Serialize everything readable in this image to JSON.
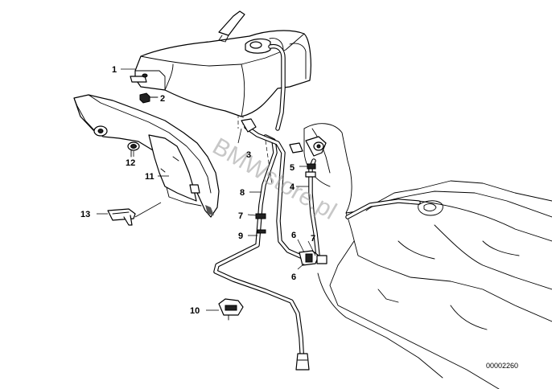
{
  "callouts": [
    {
      "id": "c1",
      "label": "1"
    },
    {
      "id": "c2",
      "label": "2"
    },
    {
      "id": "c3",
      "label": "3"
    },
    {
      "id": "c4",
      "label": "4"
    },
    {
      "id": "c5",
      "label": "5"
    },
    {
      "id": "c6a",
      "label": "6"
    },
    {
      "id": "c6b",
      "label": "6"
    },
    {
      "id": "c7a",
      "label": "7"
    },
    {
      "id": "c7b",
      "label": "7"
    },
    {
      "id": "c8",
      "label": "8"
    },
    {
      "id": "c9",
      "label": "9"
    },
    {
      "id": "c10",
      "label": "10"
    },
    {
      "id": "c11",
      "label": "11"
    },
    {
      "id": "c12",
      "label": "12"
    },
    {
      "id": "c13",
      "label": "13"
    }
  ],
  "watermark": "BMWstore.pl",
  "diagram_number": "00002260"
}
